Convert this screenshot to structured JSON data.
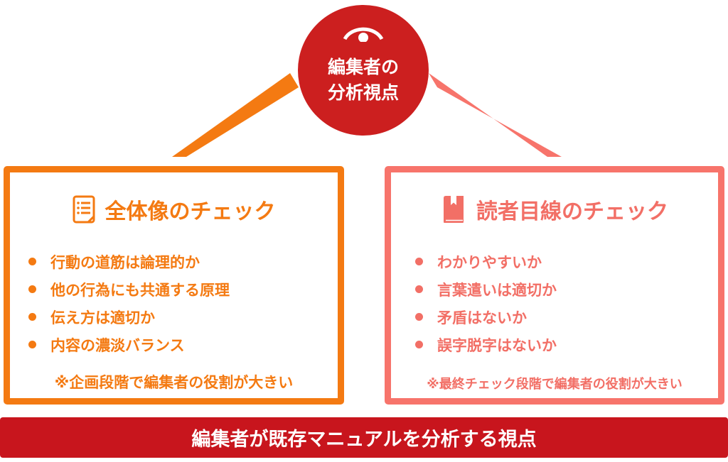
{
  "center": {
    "line1": "編集者の",
    "line2": "分析視点",
    "icon": "eye-icon"
  },
  "left_panel": {
    "title": "全体像のチェック",
    "icon": "document-list-icon",
    "items": [
      "行動の道筋は論理的か",
      "他の行為にも共通する原理",
      "伝え方は適切か",
      "内容の濃淡バランス"
    ],
    "note": "※企画段階で編集者の役割が大きい"
  },
  "right_panel": {
    "title": "読者目線のチェック",
    "icon": "book-icon",
    "items": [
      "わかりやすいか",
      "言葉遣いは適切か",
      "矛盾はないか",
      "誤字脱字はないか"
    ],
    "note": "※最終チェック段階で編集者の役割が大きい"
  },
  "banner": {
    "text": "編集者が既存マニュアルを分析する視点"
  },
  "colors": {
    "center_red": "#cc1f1f",
    "orange": "#f47a12",
    "salmon": "#f7746b",
    "banner_red": "#c8151d"
  }
}
